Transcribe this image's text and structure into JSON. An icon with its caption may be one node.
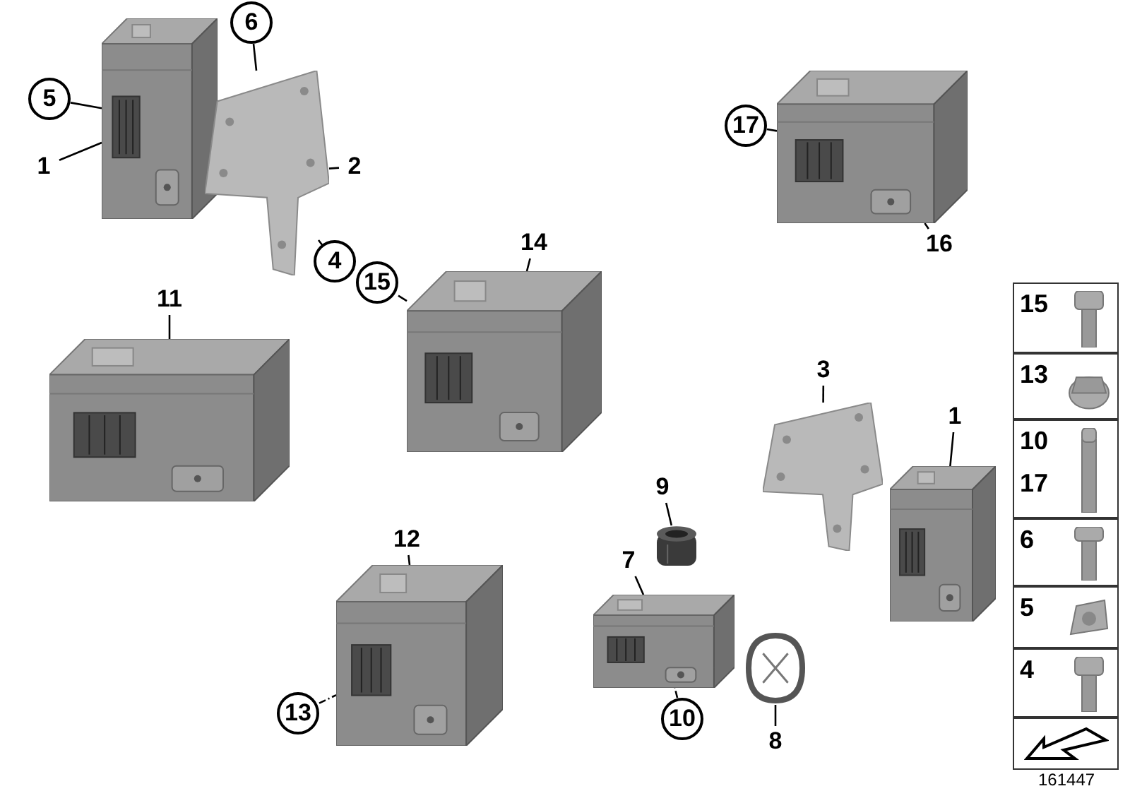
{
  "diagram": {
    "nodes": [
      {
        "text": [
          "5"
        ]
      },
      {
        "text": [
          "6"
        ]
      },
      {
        "text": [
          "1"
        ]
      },
      {
        "text": [
          "2"
        ]
      },
      {
        "text": [
          "4"
        ]
      },
      {
        "text": [
          "17"
        ]
      },
      {
        "text": [
          "16"
        ]
      },
      {
        "text": [
          "14"
        ]
      },
      {
        "text": [
          "15"
        ]
      },
      {
        "text": [
          "11"
        ]
      },
      {
        "text": [
          "3"
        ]
      },
      {
        "text": [
          "1"
        ]
      },
      {
        "text": [
          "9"
        ]
      },
      {
        "text": [
          "7"
        ]
      },
      {
        "text": [
          "12"
        ]
      },
      {
        "text": [
          "13"
        ]
      },
      {
        "text": [
          "10"
        ]
      },
      {
        "text": [
          "8"
        ]
      },
      {
        "text": [],
        "shape": "picture"
      },
      {
        "text": [],
        "shape": "picture"
      },
      {
        "text": [],
        "shape": "picture"
      },
      {
        "text": [],
        "shape": "picture"
      },
      {
        "text": [],
        "shape": "picture"
      },
      {
        "text": [],
        "shape": "picture"
      },
      {
        "text": [],
        "shape": "picture"
      },
      {
        "text": [],
        "shape": "picture"
      },
      {
        "text": [],
        "shape": "picture"
      },
      {
        "text": [],
        "shape": "picture"
      },
      {
        "text": [],
        "shape": "picture"
      }
    ],
    "edges": [
      {
        "from": 0,
        "to": 18,
        "arrow": "none"
      },
      {
        "from": 1,
        "to": 19,
        "arrow": "none"
      },
      {
        "from": 2,
        "to": 18,
        "arrow": "none"
      },
      {
        "from": 3,
        "to": 19,
        "arrow": "none"
      },
      {
        "from": 4,
        "to": 19,
        "arrow": "none",
        "style": "dashed"
      },
      {
        "from": 5,
        "to": 20,
        "arrow": "none"
      },
      {
        "from": 6,
        "to": 20,
        "arrow": "none"
      },
      {
        "from": 7,
        "to": 21,
        "arrow": "none"
      },
      {
        "from": 8,
        "to": 21,
        "arrow": "none"
      },
      {
        "from": 9,
        "to": 22,
        "arrow": "none"
      },
      {
        "from": 10,
        "to": 23,
        "arrow": "none"
      },
      {
        "from": 11,
        "to": 24,
        "arrow": "none"
      },
      {
        "from": 12,
        "to": 25,
        "arrow": "none"
      },
      {
        "from": 13,
        "to": 26,
        "arrow": "none"
      },
      {
        "from": 14,
        "to": 27,
        "arrow": "none"
      },
      {
        "from": 15,
        "to": 27,
        "arrow": "none",
        "style": "dashed"
      },
      {
        "from": 16,
        "to": 26,
        "arrow": "none",
        "style": "dashed"
      },
      {
        "from": 17,
        "to": 28,
        "arrow": "none"
      }
    ],
    "labels": [
      "15",
      "13",
      "10",
      "17",
      "6",
      "5",
      "4",
      "161447"
    ]
  }
}
